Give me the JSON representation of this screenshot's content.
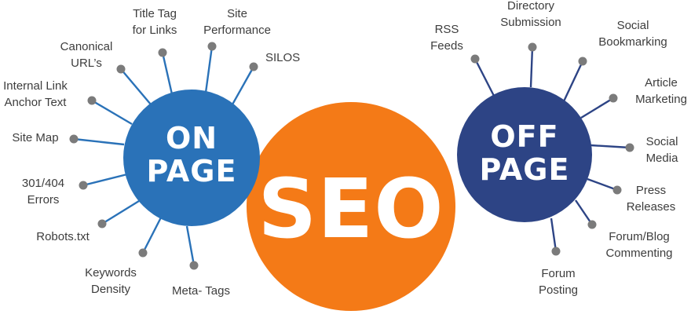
{
  "hubs": {
    "seo": {
      "title": "SEO",
      "color": "#f47a17"
    },
    "on_page": {
      "title_line1": "ON",
      "title_line2": "PAGE",
      "color": "#2a72b8",
      "spoke_color": "#2a72b8",
      "items": [
        "Title Tag\nfor Links",
        "Site\nPerformance",
        "Canonical\nURL’s",
        "SILOS",
        "Internal Link\nAnchor Text",
        "Site Map",
        "301/404\nErrors",
        "Robots.txt",
        "Keywords\nDensity",
        "Meta- Tags"
      ]
    },
    "off_page": {
      "title_line1": "OFF",
      "title_line2": "PAGE",
      "color": "#2d4485",
      "spoke_color": "#2d4485",
      "items": [
        "Directory\nSubmission",
        "RSS\nFeeds",
        "Social\nBookmarking",
        "Article\nMarketing",
        "Social\nMedia",
        "Press\nReleases",
        "Forum/Blog\nCommenting",
        "Forum\nPosting"
      ]
    }
  },
  "colors": {
    "dot": "#7b7b7b",
    "label": "#3d3d3d",
    "background": "#ffffff"
  }
}
